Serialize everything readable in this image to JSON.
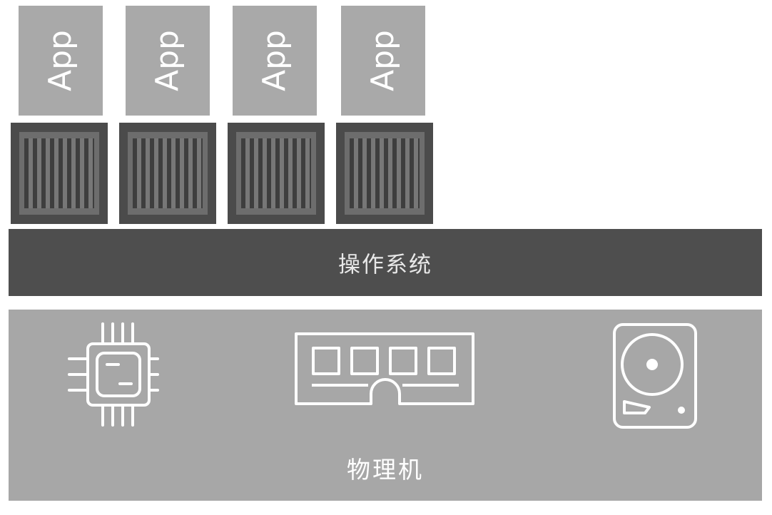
{
  "apps": [
    {
      "label": "App"
    },
    {
      "label": "App"
    },
    {
      "label": "App"
    },
    {
      "label": "App"
    }
  ],
  "layers": {
    "os_label": "操作系统",
    "hardware_label": "物理机"
  },
  "hardware_icons": [
    "cpu-chip-icon",
    "memory-ram-icon",
    "hard-disk-icon"
  ],
  "colors": {
    "app_box": "#a9a9a9",
    "container_dark": "#4b4b4b",
    "os_bar": "#4e4e4e",
    "hardware_box": "#a7a7a7",
    "icon_stroke": "#ffffff"
  }
}
